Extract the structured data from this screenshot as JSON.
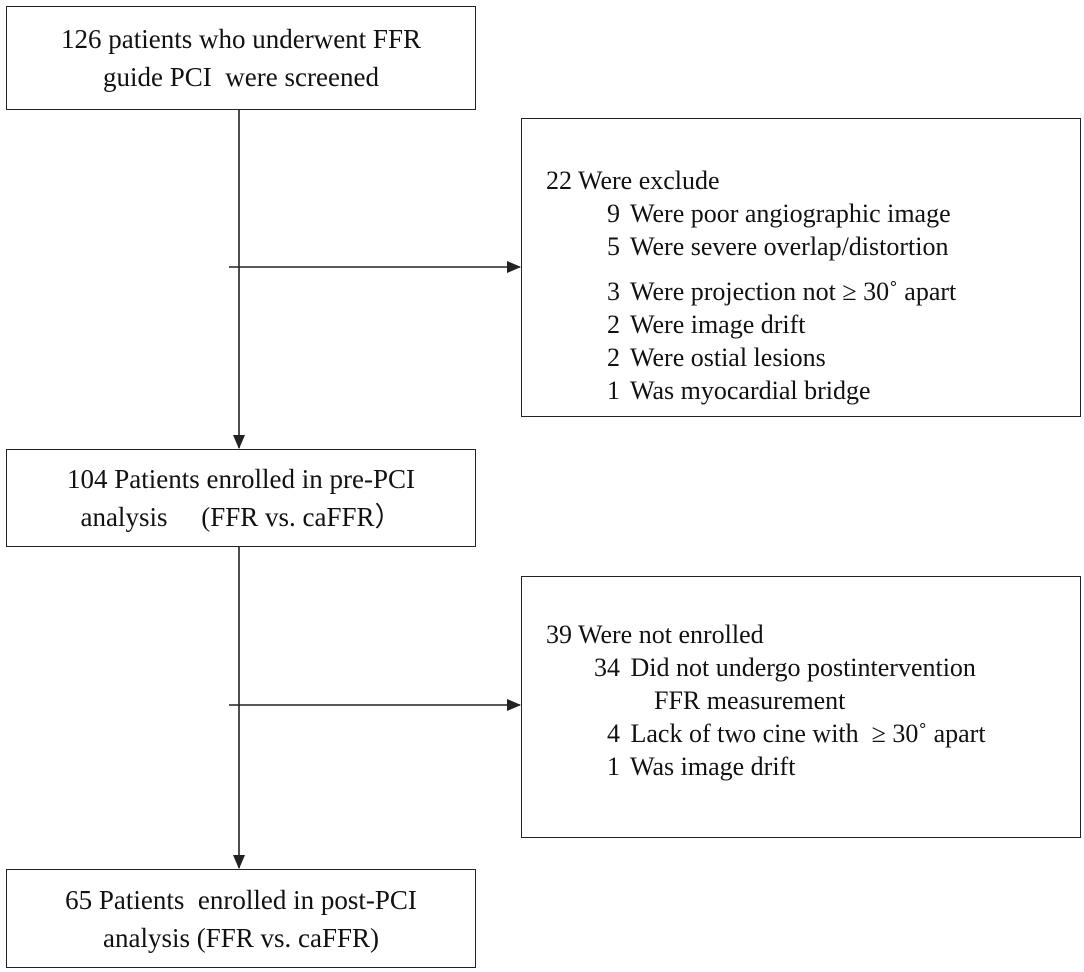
{
  "flow": {
    "screened": {
      "lines": [
        "126 patients who underwent FFR",
        "guide PCI  were screened"
      ]
    },
    "excluded": {
      "heading": "22 Were exclude",
      "items": [
        {
          "count": "9",
          "text": "Were poor angiographic image"
        },
        {
          "count": "5",
          "text": "Were severe overlap/distortion"
        },
        {
          "count": "3",
          "text": "Were projection not ≥ 30˚ apart"
        },
        {
          "count": "2",
          "text": "Were image drift"
        },
        {
          "count": "2",
          "text": "Were ostial lesions"
        },
        {
          "count": "1",
          "text": "Was myocardial bridge"
        }
      ]
    },
    "pre_pci": {
      "lines": [
        "104 Patients enrolled in pre-PCI",
        "analysis 　(FFR vs. caFFR）"
      ]
    },
    "not_enrolled": {
      "heading": "39 Were not enrolled",
      "items": [
        {
          "count": "34",
          "text": "Did not undergo postintervention",
          "continuation": "FFR measurement"
        },
        {
          "count": "4",
          "text": "Lack of two cine with  ≥ 30˚ apart"
        },
        {
          "count": "1",
          "text": "Was image drift"
        }
      ]
    },
    "post_pci": {
      "lines": [
        "65 Patients  enrolled in post-PCI",
        "analysis (FFR vs. caFFR)"
      ]
    }
  }
}
